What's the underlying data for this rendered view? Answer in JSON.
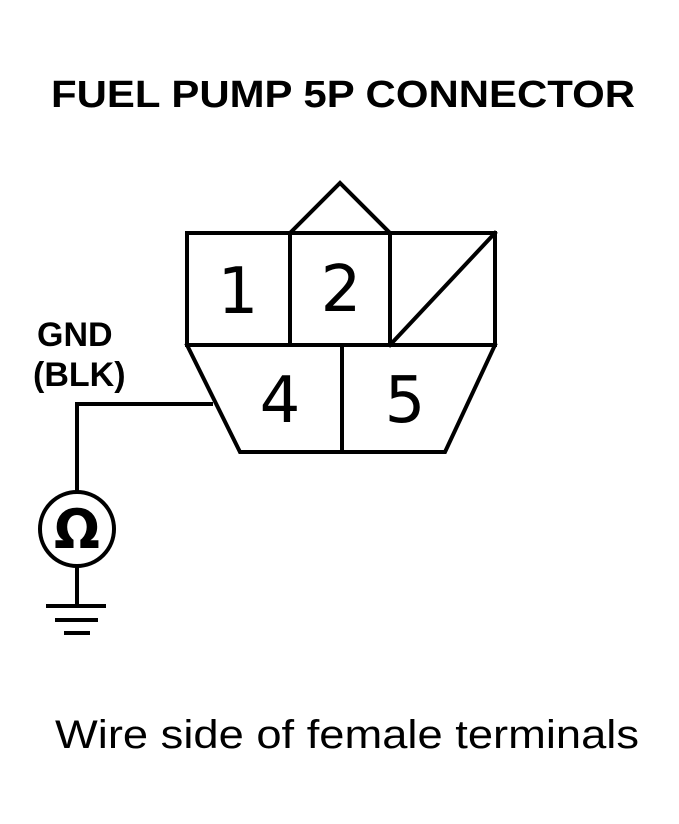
{
  "title": "FUEL PUMP 5P CONNECTOR",
  "connector": {
    "pins": [
      "1",
      "2",
      "4",
      "5"
    ]
  },
  "probe": {
    "label_line1": "GND",
    "label_line2": "(BLK)",
    "meter_symbol": "Ω",
    "ground_icon": "ground-icon"
  },
  "caption": "Wire side of female terminals"
}
